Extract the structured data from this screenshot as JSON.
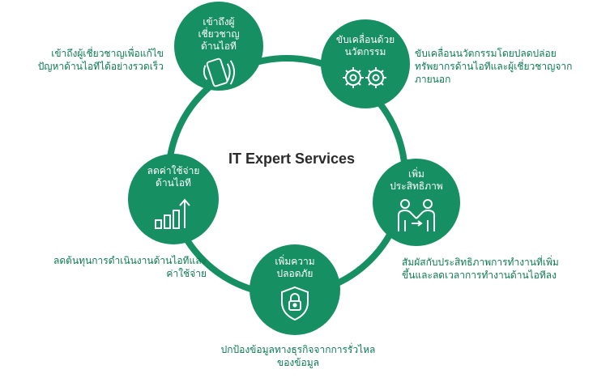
{
  "center_title": "IT Expert Services",
  "nodes": [
    {
      "id": "expert-access",
      "title": "เข้าถึงผู้\nเชี่ยวชาญ\nด้านไอที",
      "icon": "phone-signal-icon",
      "description": "เข้าถึงผู้เชี่ยวชาญเพื่อแก้ไข\nปัญหาด้านไอทีได้อย่างรวดเร็ว"
    },
    {
      "id": "innovation",
      "title": "ขับเคลื่อนด้วย\nนวัตกรรม",
      "icon": "gears-icon",
      "description": "ขับเคลื่อนนวัตกรรมโดยปลดปล่อย\nทรัพยากรด้านไอทีและผู้เชี่ยวชาญจาก\nภายนอก"
    },
    {
      "id": "efficiency",
      "title": "เพิ่ม\nประสิทธิภาพ",
      "icon": "collaboration-icon",
      "description": "สัมผัสกับประสิทธิภาพการทำงานที่เพิ่ม\nขึ้นและลดเวลาการทำงานด้านไอทีลง"
    },
    {
      "id": "security",
      "title": "เพิ่มความ\nปลอดภัย",
      "icon": "shield-lock-icon",
      "description": "ปกป้องข้อมูลทางธุรกิจจากการรั่วไหล\nของข้อมูล"
    },
    {
      "id": "cost",
      "title": "ลดค่าใช้จ่าย\nด้านไอที",
      "icon": "growth-chart-icon",
      "description": "ลดต้นทุนการดำเนินงานด้านไอทีและ\nค่าใช้จ่าย"
    }
  ],
  "colors": {
    "primary": "#168f63",
    "description_text": "#0d7a51",
    "title_text": "#2b2b2b"
  }
}
